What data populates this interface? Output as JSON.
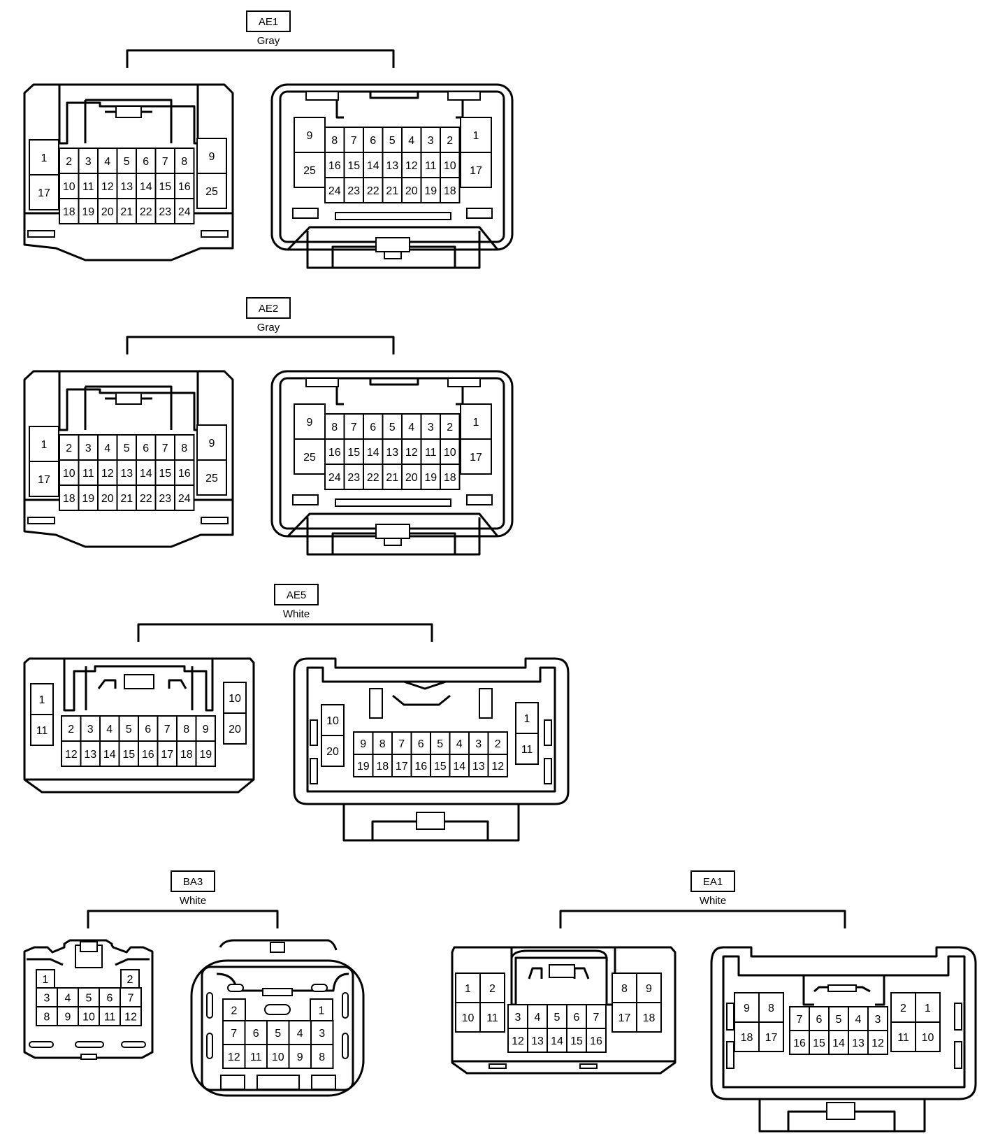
{
  "connectors": [
    {
      "code": "AE1",
      "color": "Gray",
      "left_view": {
        "side_left": [
          "1",
          "17"
        ],
        "side_right": [
          "9",
          "25"
        ],
        "rows": [
          [
            "2",
            "3",
            "4",
            "5",
            "6",
            "7",
            "8"
          ],
          [
            "10",
            "11",
            "12",
            "13",
            "14",
            "15",
            "16"
          ],
          [
            "18",
            "19",
            "20",
            "21",
            "22",
            "23",
            "24"
          ]
        ]
      },
      "right_view": {
        "side_left": [
          "9",
          "25"
        ],
        "side_right": [
          "1",
          "17"
        ],
        "rows": [
          [
            "8",
            "7",
            "6",
            "5",
            "4",
            "3",
            "2"
          ],
          [
            "16",
            "15",
            "14",
            "13",
            "12",
            "11",
            "10"
          ],
          [
            "24",
            "23",
            "22",
            "21",
            "20",
            "19",
            "18"
          ]
        ]
      }
    },
    {
      "code": "AE2",
      "color": "Gray",
      "left_view": {
        "side_left": [
          "1",
          "17"
        ],
        "side_right": [
          "9",
          "25"
        ],
        "rows": [
          [
            "2",
            "3",
            "4",
            "5",
            "6",
            "7",
            "8"
          ],
          [
            "10",
            "11",
            "12",
            "13",
            "14",
            "15",
            "16"
          ],
          [
            "18",
            "19",
            "20",
            "21",
            "22",
            "23",
            "24"
          ]
        ]
      },
      "right_view": {
        "side_left": [
          "9",
          "25"
        ],
        "side_right": [
          "1",
          "17"
        ],
        "rows": [
          [
            "8",
            "7",
            "6",
            "5",
            "4",
            "3",
            "2"
          ],
          [
            "16",
            "15",
            "14",
            "13",
            "12",
            "11",
            "10"
          ],
          [
            "24",
            "23",
            "22",
            "21",
            "20",
            "19",
            "18"
          ]
        ]
      }
    },
    {
      "code": "AE5",
      "color": "White",
      "left_view": {
        "side_left": [
          "1",
          "11"
        ],
        "side_right": [
          "10",
          "20"
        ],
        "rows": [
          [
            "2",
            "3",
            "4",
            "5",
            "6",
            "7",
            "8",
            "9"
          ],
          [
            "12",
            "13",
            "14",
            "15",
            "16",
            "17",
            "18",
            "19"
          ]
        ]
      },
      "right_view": {
        "side_left": [
          "10",
          "20"
        ],
        "side_right": [
          "1",
          "11"
        ],
        "rows": [
          [
            "9",
            "8",
            "7",
            "6",
            "5",
            "4",
            "3",
            "2"
          ],
          [
            "19",
            "18",
            "17",
            "16",
            "15",
            "14",
            "13",
            "12"
          ]
        ]
      }
    },
    {
      "code": "BA3",
      "color": "White",
      "left_view": {
        "top_left": "1",
        "top_right": "2",
        "rows": [
          [
            "3",
            "4",
            "5",
            "6",
            "7"
          ],
          [
            "8",
            "9",
            "10",
            "11",
            "12"
          ]
        ]
      },
      "right_view": {
        "top_left": "2",
        "top_right": "1",
        "rows": [
          [
            "7",
            "6",
            "5",
            "4",
            "3"
          ],
          [
            "12",
            "11",
            "10",
            "9",
            "8"
          ]
        ]
      }
    },
    {
      "code": "EA1",
      "color": "White",
      "left_view": {
        "side_left": [
          [
            "1",
            "2"
          ],
          [
            "10",
            "11"
          ]
        ],
        "side_right": [
          [
            "8",
            "9"
          ],
          [
            "17",
            "18"
          ]
        ],
        "rows": [
          [
            "3",
            "4",
            "5",
            "6",
            "7"
          ],
          [
            "12",
            "13",
            "14",
            "15",
            "16"
          ]
        ]
      },
      "right_view": {
        "side_left": [
          [
            "9",
            "8"
          ],
          [
            "18",
            "17"
          ]
        ],
        "side_right": [
          [
            "2",
            "1"
          ],
          [
            "11",
            "10"
          ]
        ],
        "rows": [
          [
            "7",
            "6",
            "5",
            "4",
            "3"
          ],
          [
            "16",
            "15",
            "14",
            "13",
            "12"
          ]
        ]
      }
    }
  ]
}
